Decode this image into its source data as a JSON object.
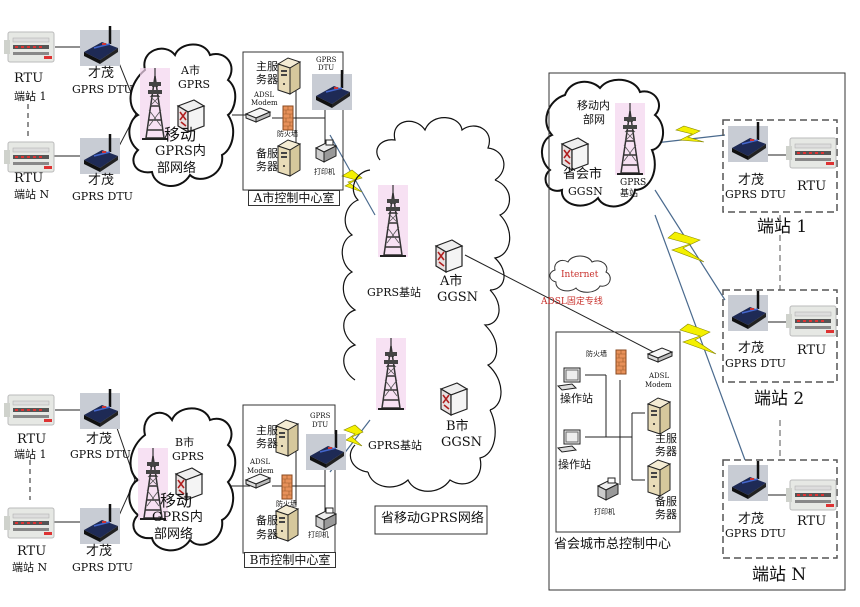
{
  "colors": {
    "lightning": "#f4f000",
    "line_blue": "#3a5a8a",
    "firewall": "#e8915a",
    "ggsn_red": "#b02020",
    "internet_text": "#c8302b",
    "tower_glow": "#f4d4ee"
  },
  "left_a": {
    "rtu_1": {
      "device": "RTU",
      "station": "端站  1"
    },
    "rtu_n": {
      "device": "RTU",
      "station": "端站  N"
    },
    "dtu_1": {
      "brand": "才茂",
      "model": "GPRS  DTU"
    },
    "dtu_n": {
      "brand": "才茂",
      "model": "GPRS  DTU"
    },
    "cloud": {
      "city": "A市",
      "net": "GPRS",
      "line1": "移动",
      "line2": "GPRS内",
      "line3": "部网络"
    }
  },
  "left_b": {
    "rtu_1": {
      "device": "RTU",
      "station": "端站  1"
    },
    "rtu_n": {
      "device": "RTU",
      "station": "端站  N"
    },
    "dtu_1": {
      "brand": "才茂",
      "model": "GPRS  DTU"
    },
    "dtu_n": {
      "brand": "才茂",
      "model": "GPRS  DTU"
    },
    "cloud": {
      "city": "B市",
      "net": "GPRS",
      "line1": "移动",
      "line2": "GPRS内",
      "line3": "部网络"
    }
  },
  "control_a": {
    "main_server": [
      "主服",
      "务器"
    ],
    "backup_server": [
      "备服",
      "务器"
    ],
    "modem": [
      "ADSL",
      "Modem"
    ],
    "firewall": "防火墙",
    "dtu": [
      "GPRS",
      "DTU"
    ],
    "printer": "打印机",
    "caption": "A市控制中心室"
  },
  "control_b": {
    "main_server": [
      "主服",
      "务器"
    ],
    "backup_server": [
      "备服",
      "务器"
    ],
    "modem": [
      "ADSL",
      "Modem"
    ],
    "firewall": "防火墙",
    "dtu": [
      "GPRS",
      "DTU"
    ],
    "printer": "打印机",
    "caption": "B市控制中心室"
  },
  "province_cloud": {
    "tower_a": "GPRS基站",
    "ggsn_a": [
      "A市",
      "GGSN"
    ],
    "tower_b": "GPRS基站",
    "ggsn_b": [
      "B市",
      "GGSN"
    ],
    "caption": "省移动GPRS网络"
  },
  "internet": {
    "label": "Internet",
    "link": "ADSL固定专线"
  },
  "provincial_center": {
    "cloud": {
      "line1": "移动内",
      "line2": "部网",
      "ggsn1": "省会市",
      "ggsn2": "GGSN",
      "tower1": "GPRS",
      "tower2": "基站"
    },
    "control": {
      "firewall": "防火墙",
      "modem": [
        "ADSL",
        "Modem"
      ],
      "workstation_1": "操作站",
      "workstation_2": "操作站",
      "main_server": [
        "主服",
        "务器"
      ],
      "backup_server": [
        "备服",
        "务器"
      ],
      "printer": "打印机",
      "caption": "省会城市总控制中心"
    },
    "stations": [
      {
        "brand": "才茂",
        "model": "GPRS  DTU",
        "device": "RTU",
        "name": "端站  1"
      },
      {
        "brand": "才茂",
        "model": "GPRS  DTU",
        "device": "RTU",
        "name": "端站  2"
      },
      {
        "brand": "才茂",
        "model": "GPRS  DTU",
        "device": "RTU",
        "name": "端站  N"
      }
    ]
  }
}
